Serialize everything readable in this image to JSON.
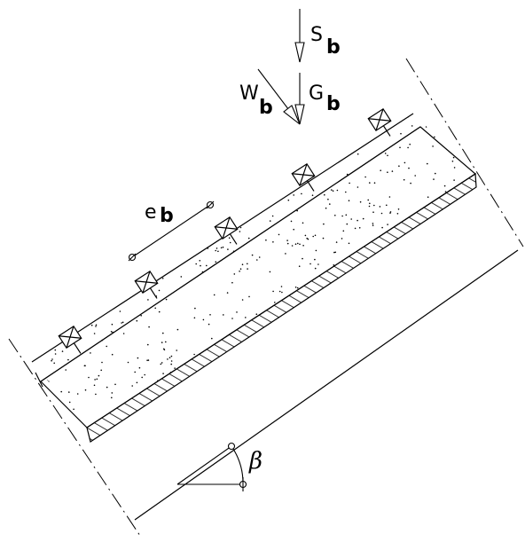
{
  "labels": {
    "snow": {
      "main": "S",
      "sub": "b"
    },
    "dead_load": {
      "main": "G",
      "sub": "b"
    },
    "wind": {
      "main": "W",
      "sub": "b"
    },
    "spacing": {
      "main": "e",
      "sub": "b"
    },
    "angle": "β"
  },
  "colors": {
    "line": "#000000",
    "background": "#ffffff"
  }
}
